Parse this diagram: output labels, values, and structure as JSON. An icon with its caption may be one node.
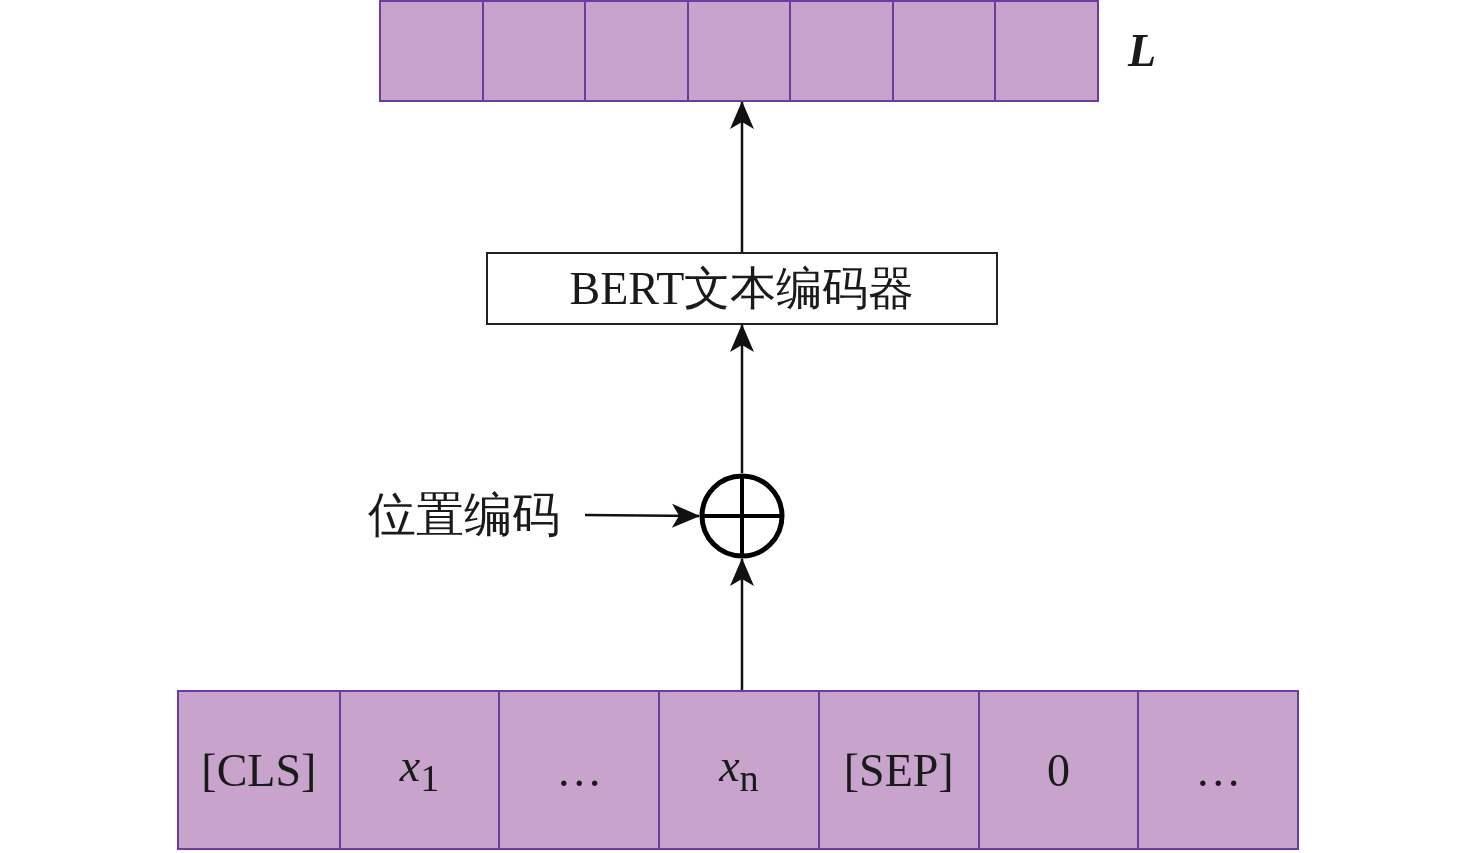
{
  "diagram": {
    "nodes": [
      {
        "text": [],
        "shape": "bar",
        "beside": [
          "L"
        ]
      },
      {
        "text": [],
        "shape": "box",
        "in": 0
      },
      {
        "text": [],
        "shape": "box",
        "in": 0
      },
      {
        "text": [],
        "shape": "box",
        "in": 0
      },
      {
        "text": [],
        "shape": "box",
        "in": 0
      },
      {
        "text": [],
        "shape": "box",
        "in": 0
      },
      {
        "text": [],
        "shape": "box",
        "in": 0
      },
      {
        "text": [],
        "shape": "box",
        "in": 0
      },
      {
        "text": [
          "BERT文本编码器"
        ]
      },
      {
        "text": [
          "位置编码"
        ]
      },
      {
        "text": [],
        "shape": "circle"
      },
      {
        "text": [],
        "shape": "bar"
      },
      {
        "text": [
          "[CLS]"
        ],
        "in": 11
      },
      {
        "text": [
          "*x*$_{1}$"
        ],
        "in": 11
      },
      {
        "text": [
          "…"
        ],
        "in": 11
      },
      {
        "text": [
          "*x*$_{n}$"
        ],
        "in": 11
      },
      {
        "text": [
          "[SEP]"
        ],
        "in": 11
      },
      {
        "text": [
          "0"
        ],
        "in": 11
      },
      {
        "text": [
          "…"
        ],
        "in": 11
      }
    ],
    "edges": [
      {
        "from": 15,
        "to": 10,
        "arrow": "to"
      },
      {
        "from": 9,
        "to": 10,
        "arrow": "to"
      },
      {
        "from": 10,
        "to": 8,
        "arrow": "to"
      },
      {
        "from": 8,
        "to": 4,
        "arrow": "to"
      }
    ]
  }
}
